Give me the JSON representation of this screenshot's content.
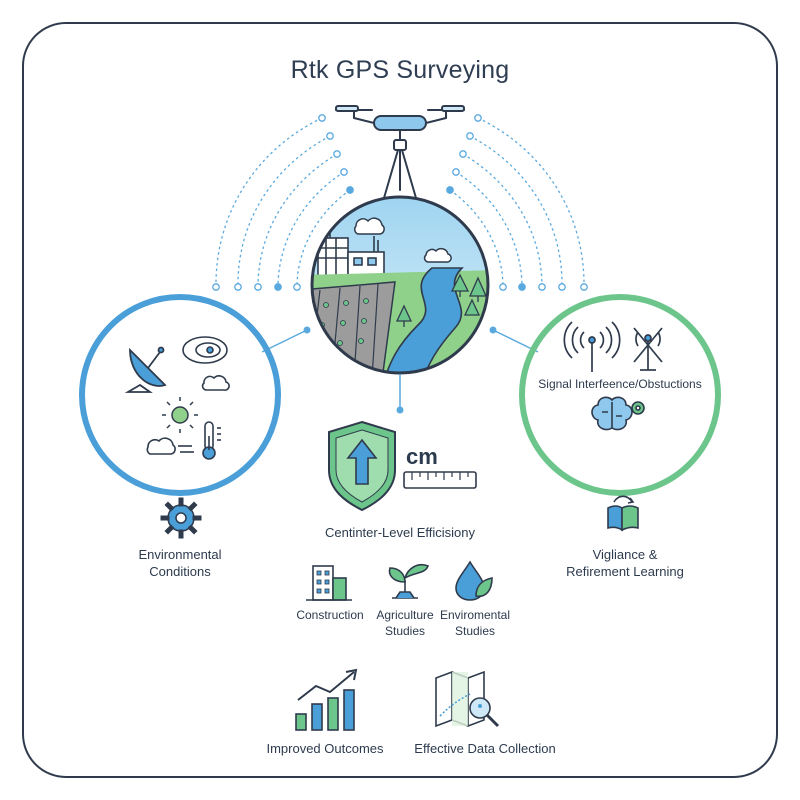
{
  "title": "Rtk GPS Surveying",
  "colors": {
    "outline": "#2f3b4c",
    "blue": "#4a9fd8",
    "green": "#6cc58a",
    "light_blue": "#cfe8f7",
    "light_green": "#dff2df"
  },
  "left_circle": {
    "icons": [
      "satellite-dish-icon",
      "wind-swirl-icon",
      "cloud-icon",
      "sun-icon",
      "cloud-wind-icon",
      "thermometer-icon"
    ],
    "caption_icon": "gear-icon",
    "caption_line1": "Environmental",
    "caption_line2": "Conditions"
  },
  "right_circle": {
    "label": "Signal Interfeence/Obstuctions",
    "icons": [
      "signal-tower-icon",
      "blocked-tower-icon",
      "brain-gear-icon"
    ],
    "caption_icon": "open-book-icon",
    "caption_line1": "Vigliance &",
    "caption_line2": "Refirement Learning"
  },
  "center": {
    "icons": [
      "drone-icon",
      "globe-landscape-icon",
      "shield-arrow-icon",
      "ruler-icon"
    ],
    "unit": "cm",
    "caption": "Centinter-Level Efficisiony"
  },
  "applications": [
    {
      "icon": "building-icon",
      "line1": "Construction",
      "line2": ""
    },
    {
      "icon": "sprout-icon",
      "line1": "Agriculture",
      "line2": "Studies"
    },
    {
      "icon": "water-leaf-icon",
      "line1": "Enviromental",
      "line2": "Studies"
    }
  ],
  "outcomes": [
    {
      "icon": "bar-chart-icon",
      "label": "Improved Outcomes"
    },
    {
      "icon": "map-search-icon",
      "label": "Effective Data Collection"
    }
  ]
}
